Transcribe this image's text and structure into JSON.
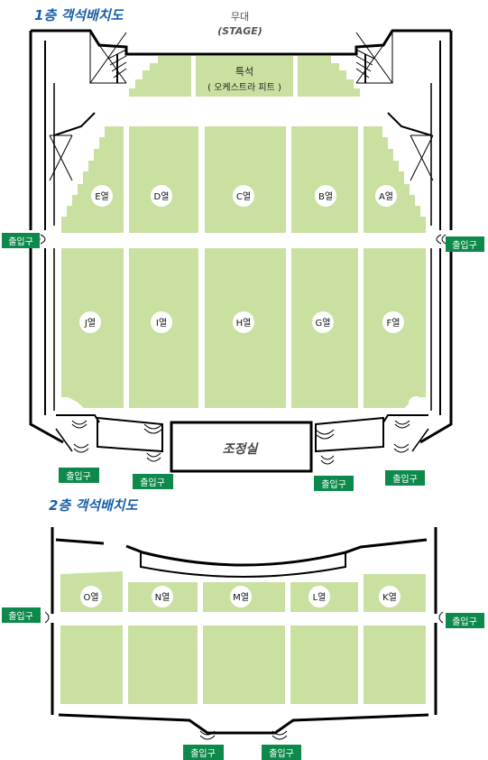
{
  "floor1": {
    "title": "1층 객석배치도",
    "stage_label": "무대",
    "stage_sublabel": "(STAGE)",
    "special_label": "특석",
    "special_sublabel": "( 오케스트라 피트 )",
    "control_room": "조정실",
    "rows_front": [
      "E열",
      "D열",
      "C열",
      "B열",
      "A열"
    ],
    "rows_back": [
      "J열",
      "I열",
      "H열",
      "G열",
      "F열"
    ],
    "exits": [
      "출입구",
      "출입구",
      "출입구",
      "출입구",
      "출입구",
      "출입구"
    ]
  },
  "floor2": {
    "title": "2층 객석배치도",
    "rows": [
      "O열",
      "N열",
      "M열",
      "L열",
      "K열"
    ],
    "exits": [
      "출입구",
      "출입구",
      "출입구",
      "출입구"
    ]
  },
  "colors": {
    "seat_fill": "#c9e0a0",
    "seat_stroke": "#b7d18a",
    "exit_badge": "#0d8a4b",
    "title_color": "#1b5fa8",
    "wall": "#000000"
  }
}
